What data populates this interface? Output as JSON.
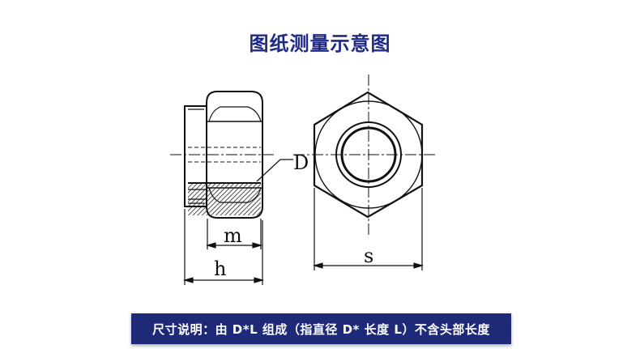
{
  "title": "图纸测量示意图",
  "labels": {
    "d": "D",
    "m": "m",
    "h": "h",
    "s": "s"
  },
  "footer": {
    "text": "尺寸说明：由 D*L 组成（指直径 D* 长度 L）不含头部长度"
  },
  "colors": {
    "title": "#1e2a86",
    "footer_bg": "#1e2a78",
    "footer_text": "#ffffff",
    "line": "#111111"
  }
}
